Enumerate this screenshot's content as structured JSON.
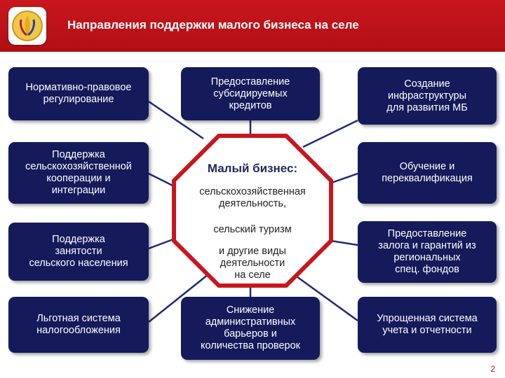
{
  "header": {
    "title": "Направления поддержки малого бизнеса на селе",
    "header_color": "#c8161d"
  },
  "center": {
    "title": "Малый бизнес:",
    "line1": "сельскохозяйственная\nдеятельность,",
    "line2": "сельский туризм",
    "line3": "и другие виды\nдеятельности\nна селе",
    "border_color": "#c8161d"
  },
  "boxes": {
    "left_1": "Нормативно-правовое\nрегулирование",
    "left_2": "Поддержка\nсельскохозяйственной\nкооперации и\nинтеграции",
    "left_3": "Поддержка\nзанятости\nсельского населения",
    "left_4": "Льготная система\nналогообложения",
    "top_center": "Предоставление\nсубсидируемых\nкредитов",
    "bottom_center": "Снижение\nадминистративных\nбарьеров и\nколичества проверок",
    "right_1": "Создание\nинфраструктуры\nдля развития МБ",
    "right_2": "Обучение и\nпереквалификация",
    "right_3": "Предоставление\nзалога и гарантий из\nрегиональных\nспец. фондов",
    "right_4": "Упрощенная система\nучета и отчетности"
  },
  "colors": {
    "box_fill": "#141a5a",
    "connector": "#1e2a7a"
  },
  "page_number": "2",
  "icons": {
    "logo": "wheat-emblem-icon"
  }
}
